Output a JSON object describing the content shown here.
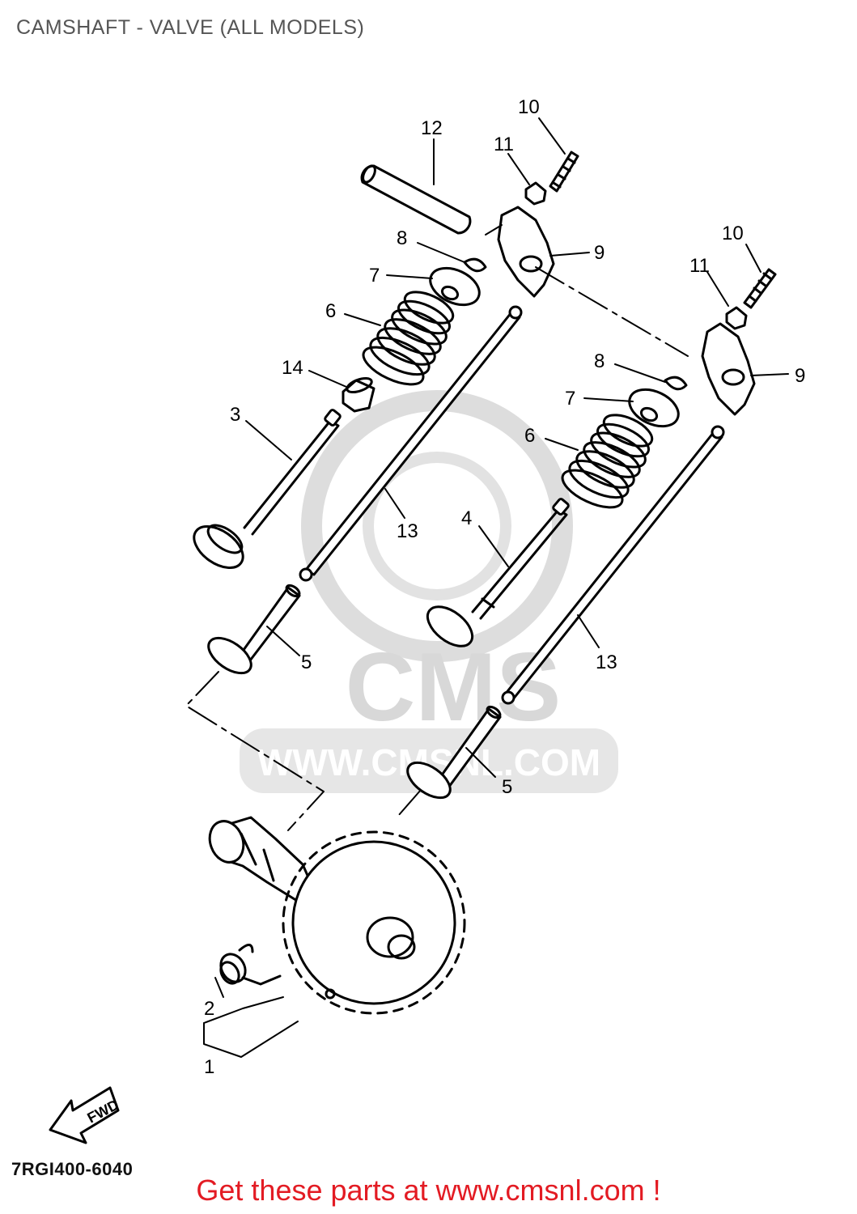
{
  "header": {
    "title": "CAMSHAFT - VALVE (ALL MODELS)"
  },
  "diagram": {
    "part_code": "7RGI400-6040",
    "fwd_label": "FWD",
    "watermark": {
      "brand": "CMS",
      "url": "WWW.CMSNL.COM"
    },
    "callouts": [
      "10",
      "12",
      "11",
      "8",
      "9",
      "7",
      "10",
      "11",
      "6",
      "14",
      "8",
      "9",
      "7",
      "3",
      "6",
      "13",
      "4",
      "5",
      "13",
      "5",
      "2",
      "1"
    ]
  },
  "footer": {
    "promo": "Get these parts at www.cmsnl.com !"
  },
  "colors": {
    "line": "#000000",
    "watermark": "#d8d8d8",
    "promo": "#e31b23"
  }
}
